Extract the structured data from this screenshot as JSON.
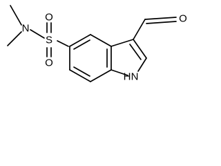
{
  "molecule": {
    "atoms": {
      "nitrogen_amine": "N",
      "sulfur": "S",
      "oxygen_sulfonyl_top": "O",
      "oxygen_sulfonyl_bottom": "O",
      "oxygen_aldehyde": "O",
      "indole_nitrogen": "N",
      "indole_hydrogen": "H"
    }
  }
}
